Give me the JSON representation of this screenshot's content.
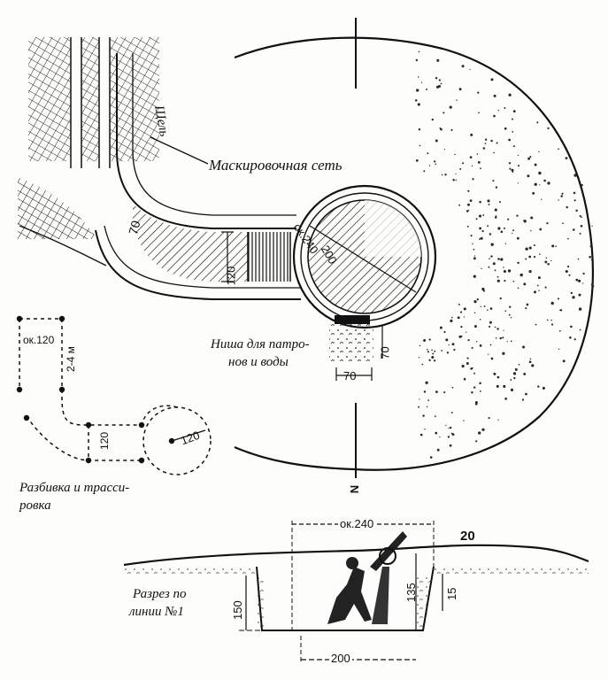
{
  "labels": {
    "shchel": "Щель",
    "maskirovochnaya": "Маскировочная сеть",
    "nisha_1": "Ниша для патро-",
    "nisha_2": "нов и воды",
    "razbivka_1": "Разбивка и трасси-",
    "razbivka_2": "ровка",
    "razrez_1": "Разрез по",
    "razrez_2": "линии №1",
    "north": "N"
  },
  "dims": {
    "d70_curve": "70",
    "d120_trench": "120",
    "d_ok240_circle": "ок.240",
    "d200_circle": "200",
    "d70_niche_v": "70",
    "d70_niche_h": "70",
    "d_ok120": "ок.120",
    "d_2_4m": "2-4 м",
    "d120_layout_v": "120",
    "d120_layout_r": "120",
    "d_ok240_section": "ок.240",
    "d20": "20",
    "d135": "135",
    "d15": "15",
    "d150": "150",
    "d200_section": "200"
  },
  "colors": {
    "ink": "#111111",
    "paper": "#fdfdfb",
    "stipple": "#2a2a2a"
  }
}
